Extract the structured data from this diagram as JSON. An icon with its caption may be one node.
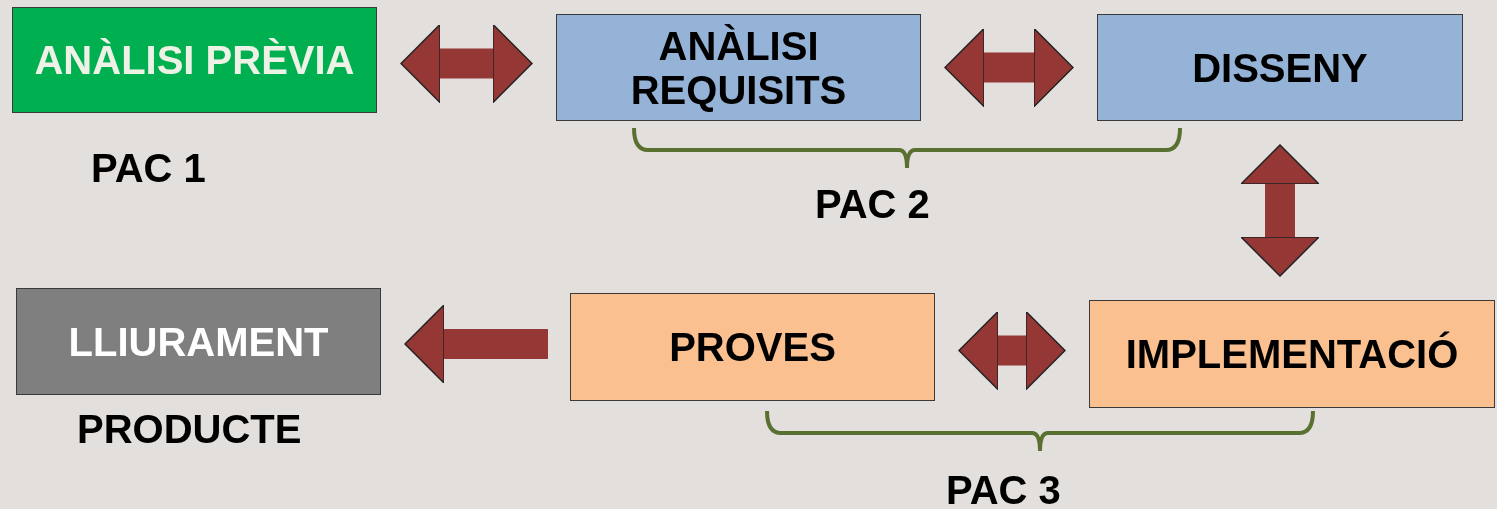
{
  "diagram": {
    "nodes": [
      {
        "text": [
          "ANÀLISI PRÈVIA"
        ],
        "beside": [
          "PAC 1"
        ]
      },
      {
        "text": [
          "ANÀLISI REQUISITS"
        ]
      },
      {
        "text": [
          "DISSENY"
        ]
      },
      {
        "text": [
          "IMPLEMENTACIÓ"
        ]
      },
      {
        "text": [
          "PROVES"
        ]
      },
      {
        "text": [
          "LLIURAMENT"
        ],
        "beside": [
          "PRODUCTE"
        ]
      }
    ],
    "edges": [
      {
        "from": 0,
        "to": 1,
        "arrow": "both"
      },
      {
        "from": 1,
        "to": 2,
        "arrow": "both"
      },
      {
        "from": 2,
        "to": 3,
        "arrow": "both"
      },
      {
        "from": 3,
        "to": 4,
        "arrow": "both"
      },
      {
        "from": 4,
        "to": 5,
        "arrow": "to"
      }
    ],
    "labels": [
      "PAC 2",
      "PAC 3"
    ]
  }
}
